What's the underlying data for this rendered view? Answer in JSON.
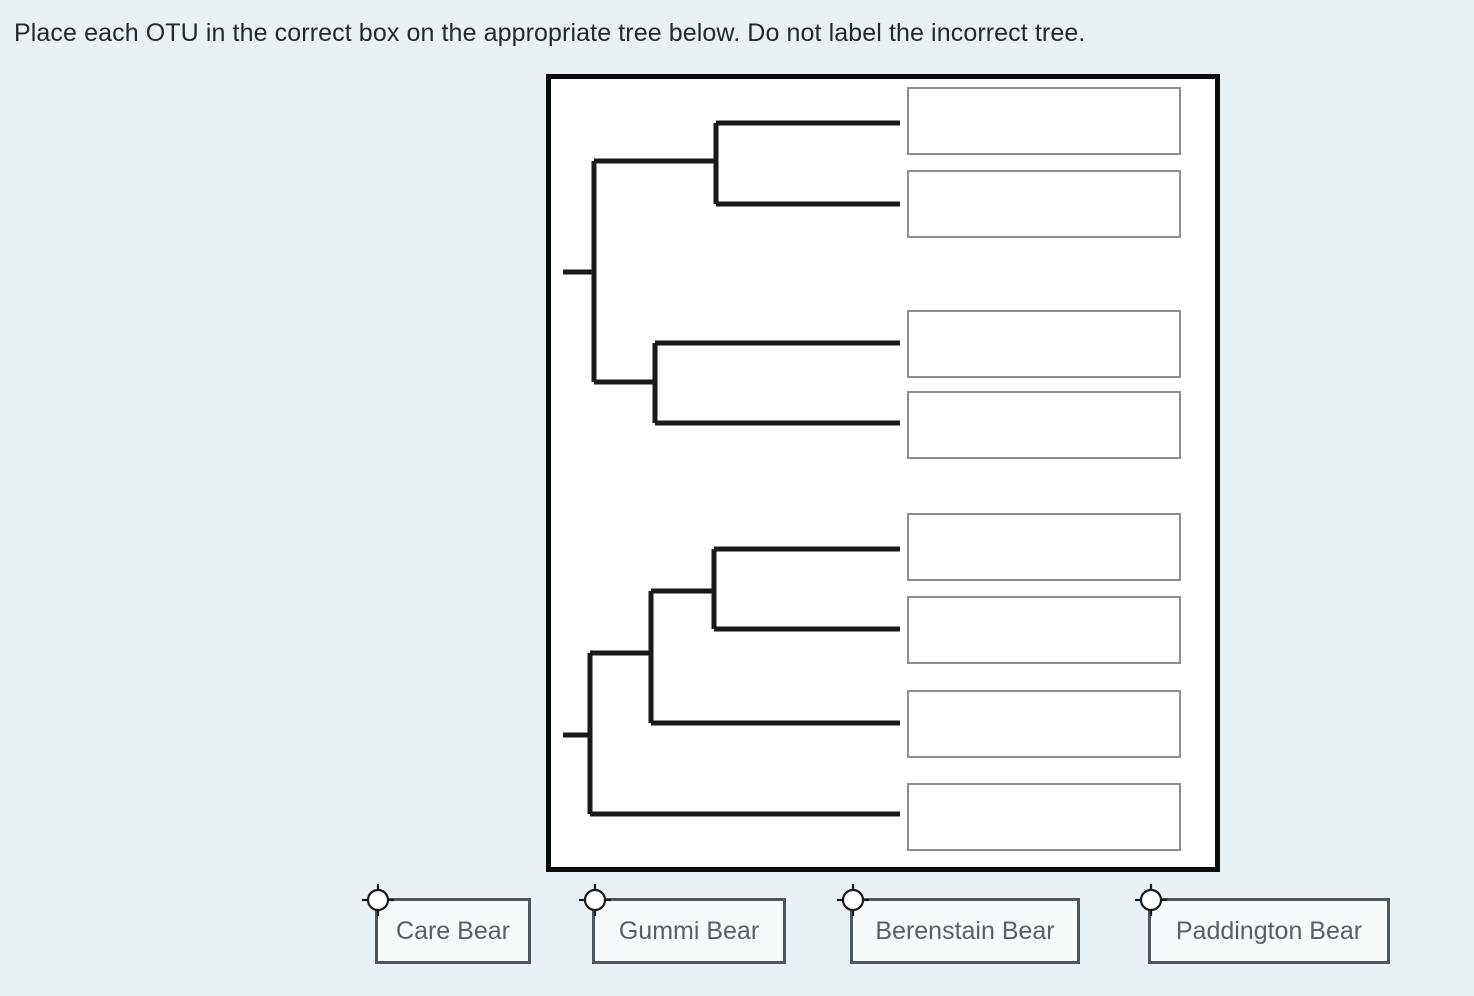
{
  "instruction": "Place each OTU in the correct box on the appropriate tree below. Do not label the incorrect tree.",
  "colors": {
    "page_background": "#e8f1f4",
    "panel_background": "#ffffff",
    "panel_border": "#0b0b0b",
    "tree_line": "#1a1a1a",
    "drop_box_border": "#8d8d8d",
    "chip_border": "#4d585e",
    "chip_background": "#f7fafa",
    "chip_text": "#55616a",
    "instruction_text": "#222a2e"
  },
  "tree_panel": {
    "name": "cladogram-figure",
    "trees": [
      {
        "id": "tree-top",
        "topology": "balanced",
        "description": "Two sister clades, each a pair of terminal taxa",
        "tip_count": 4
      },
      {
        "id": "tree-bottom",
        "topology": "pectinate-ladder",
        "description": "Nested ladder of four terminal taxa",
        "tip_count": 4
      }
    ],
    "drop_boxes": [
      {
        "id": "box-1",
        "tree": "tree-top",
        "value": "",
        "placeholder": ""
      },
      {
        "id": "box-2",
        "tree": "tree-top",
        "value": "",
        "placeholder": ""
      },
      {
        "id": "box-3",
        "tree": "tree-top",
        "value": "",
        "placeholder": ""
      },
      {
        "id": "box-4",
        "tree": "tree-top",
        "value": "",
        "placeholder": ""
      },
      {
        "id": "box-5",
        "tree": "tree-bottom",
        "value": "",
        "placeholder": ""
      },
      {
        "id": "box-6",
        "tree": "tree-bottom",
        "value": "",
        "placeholder": ""
      },
      {
        "id": "box-7",
        "tree": "tree-bottom",
        "value": "",
        "placeholder": ""
      },
      {
        "id": "box-8",
        "tree": "tree-bottom",
        "value": "",
        "placeholder": ""
      }
    ]
  },
  "otu_bank": {
    "name": "otu-label-bank",
    "items": [
      {
        "id": "otu-care",
        "label": "Care Bear",
        "handle_icon": "move-handle-icon"
      },
      {
        "id": "otu-gummi",
        "label": "Gummi Bear",
        "handle_icon": "move-handle-icon"
      },
      {
        "id": "otu-berenstain",
        "label": "Berenstain Bear",
        "handle_icon": "move-handle-icon"
      },
      {
        "id": "otu-paddington",
        "label": "Paddington Bear",
        "handle_icon": "move-handle-icon"
      }
    ]
  }
}
